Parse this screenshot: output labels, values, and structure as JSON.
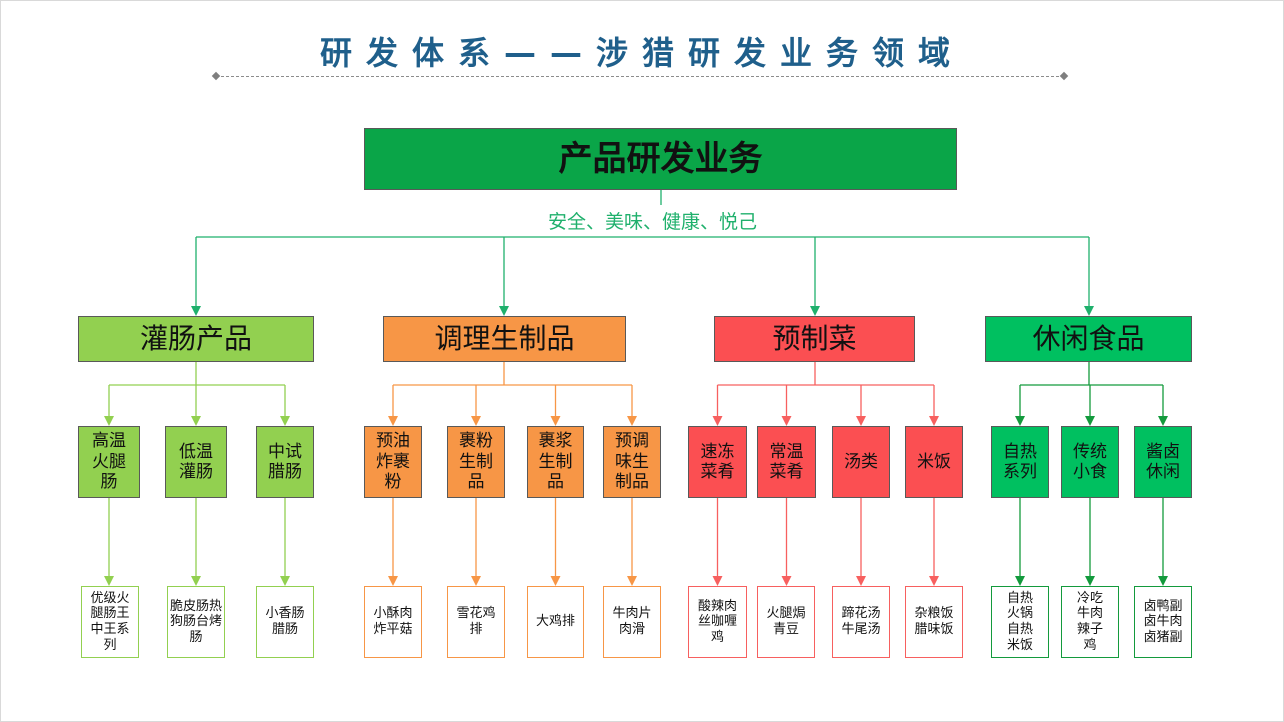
{
  "title": "研发体系——涉猎研发业务领域",
  "root": {
    "label": "产品研发业务",
    "tagline": "安全、美味、健康、悦己",
    "color": "#0aa548"
  },
  "categories": [
    {
      "label": "灌肠产品",
      "color": "#92d050",
      "line": "#92d050",
      "subs": [
        {
          "label": "高温火腿肠",
          "product": "优级火腿肠王中王系列"
        },
        {
          "label": "低温灌肠",
          "product": "脆皮肠热狗肠台烤肠"
        },
        {
          "label": "中试腊肠",
          "product": "小香肠腊肠"
        }
      ]
    },
    {
      "label": "调理生制品",
      "color": "#f79646",
      "line": "#f79646",
      "subs": [
        {
          "label": "预油炸裹粉",
          "product": "小酥肉炸平菇"
        },
        {
          "label": "裹粉生制品",
          "product": "雪花鸡排"
        },
        {
          "label": "裹浆生制品",
          "product": "大鸡排"
        },
        {
          "label": "预调味生制品",
          "product": "牛肉片肉滑"
        }
      ]
    },
    {
      "label": "预制菜",
      "color": "#fb4f52",
      "line": "#f7605f",
      "subs": [
        {
          "label": "速冻菜肴",
          "product": "酸辣肉丝咖喱鸡"
        },
        {
          "label": "常温菜肴",
          "product": "火腿焗青豆"
        },
        {
          "label": "汤类",
          "product": "蹄花汤牛尾汤"
        },
        {
          "label": "米饭",
          "product": "杂粮饭腊味饭"
        }
      ]
    },
    {
      "label": "休闲食品",
      "color": "#00c060",
      "line": "#139a3c",
      "subs": [
        {
          "label": "自热系列",
          "product": "自热火锅自热米饭"
        },
        {
          "label": "传统小食",
          "product": "冷吃牛肉辣子鸡"
        },
        {
          "label": "酱卤休闲",
          "product": "卤鸭副卤牛肉卤猪副"
        }
      ]
    }
  ]
}
